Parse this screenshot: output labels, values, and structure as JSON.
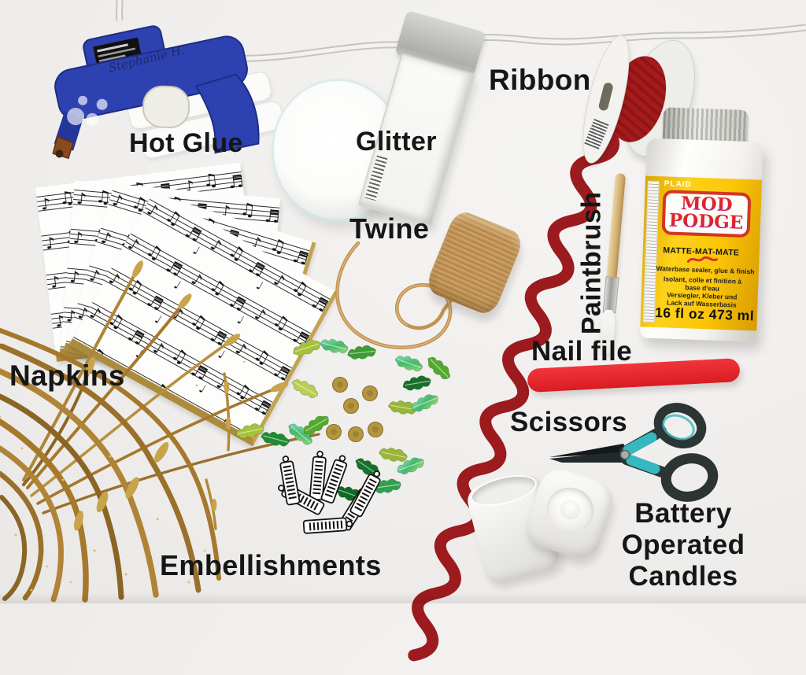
{
  "scene_title": "Craft supplies flat lay",
  "labels": {
    "hot_glue": "Hot Glue",
    "glitter": "Glitter",
    "ribbon": "Ribbon",
    "twine": "Twine",
    "paintbrush": "Paintbrush",
    "nail_file": "Nail file",
    "scissors": "Scissors",
    "napkins": "Napkins",
    "battery_candles": "Battery Operated Candles",
    "embellishments": "Embellishments"
  },
  "glue_gun": {
    "handwriting": "Stephanie H."
  },
  "mod_podge": {
    "brand": "PLAID",
    "name_line1": "MOD",
    "name_line2": "PODGE",
    "finish": "MATTE-MAT-MATE",
    "desc_en": "Waterbase sealer, glue & finish",
    "desc_fr": "Isolant, colle et finition à base d'eau",
    "desc_de": "Versiegler, Kleber und Lack auf Wasserbasis",
    "size": "16 fl oz 473 ml"
  },
  "colors": {
    "background": "#efedeb",
    "label_text": "#161616",
    "glue_gun_blue": "#2e41b0",
    "ric_rac_red": "#9b1b1f",
    "nail_file_red": "#e82128",
    "scissors_teal": "#35b8bf",
    "mod_podge_yellow": "#fcc608",
    "mod_podge_red": "#d43524",
    "gold": "#a8802f",
    "twine_tan": "#c49a5e",
    "holly_green": "#1f8c33"
  }
}
